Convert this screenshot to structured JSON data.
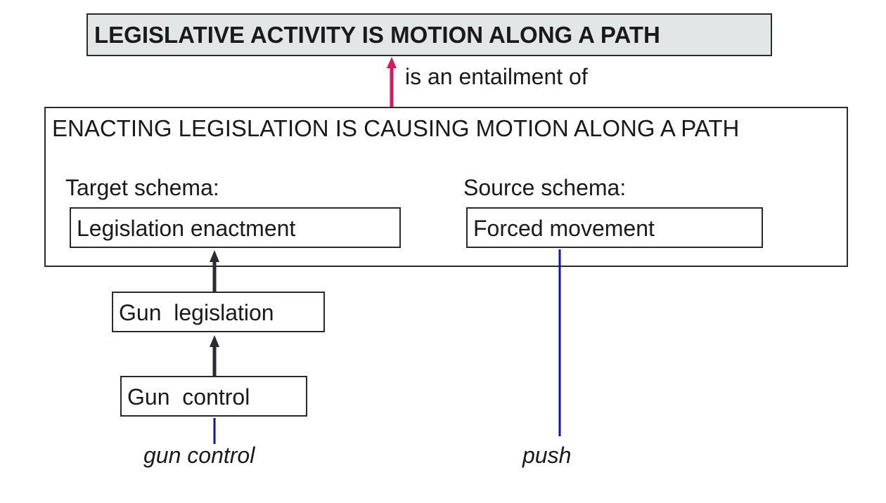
{
  "top_frame": {
    "title": "LEGISLATIVE ACTIVITY IS MOTION ALONG A PATH"
  },
  "entailment": {
    "label": "is an entailment of",
    "color": "#d6185c"
  },
  "metaphor_frame": {
    "title": "ENACTING LEGISLATION IS CAUSING MOTION ALONG A PATH",
    "target_label": "Target schema:",
    "source_label": "Source schema:",
    "target_schema": "Legislation enactment",
    "source_schema": "Forced movement"
  },
  "chain": {
    "gun_legislation": "Gun  legislation",
    "gun_control": "Gun  control"
  },
  "lexical": {
    "gun_control": "gun control",
    "push": "push",
    "color": "#1010b0"
  },
  "colors": {
    "title_fill": "#e3e6e6",
    "arrow": "#2b2b33"
  }
}
